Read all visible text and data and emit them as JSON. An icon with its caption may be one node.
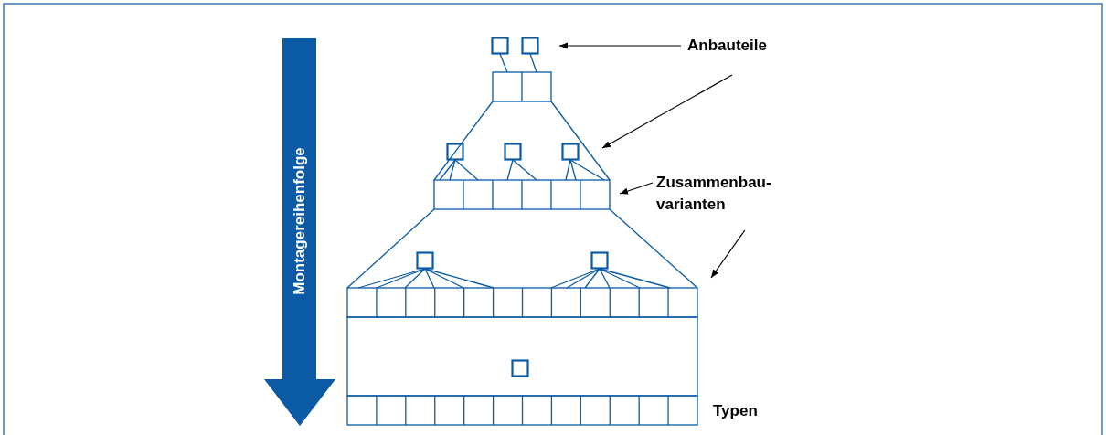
{
  "diagram": {
    "nodes": [
      {
        "text": [
          "Anbauteile"
        ]
      },
      {
        "text": [
          "Zusammenbau-varianten"
        ]
      },
      {
        "text": [
          "Typen"
        ]
      },
      {
        "text": [
          "Montagereihenfolge"
        ]
      }
    ],
    "edges": [
      {
        "from": 0,
        "to": null,
        "arrow": "to"
      },
      {
        "from": 0,
        "to": null,
        "arrow": "to"
      },
      {
        "from": 1,
        "to": null,
        "arrow": "to"
      },
      {
        "from": 1,
        "to": null,
        "arrow": "to"
      }
    ]
  }
}
